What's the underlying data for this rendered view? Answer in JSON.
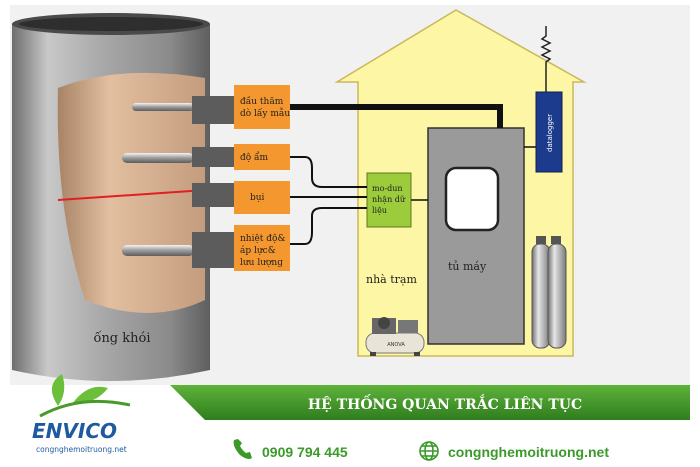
{
  "diagram": {
    "chimney_label": "ống khói",
    "probes": [
      {
        "label_lines": [
          "đầu thăm",
          "dò lấy mẫu"
        ]
      },
      {
        "label_lines": [
          "độ ẩm"
        ]
      },
      {
        "label_lines": [
          "bụi"
        ]
      },
      {
        "label_lines": [
          "nhiệt độ&",
          "áp lực&",
          "lưu lượng"
        ]
      }
    ],
    "modem_lines": [
      "mo-dun",
      "nhận dữ",
      "liệu"
    ],
    "station_label": "nhà trạm",
    "cabinet_label": "tủ máy",
    "datalogger_label": "datalogger",
    "compressor_brand": "ANOVA"
  },
  "footer": {
    "title": "HỆ THỐNG QUAN TRẮC LIÊN TỤC",
    "phone": "0909 794 445",
    "website": "congnghemoitruong.net",
    "logo_text": "ENVICO",
    "logo_url_text": "congnghemoitruong.net"
  },
  "colors": {
    "orange": "#f5972f",
    "house": "#fdf6a4",
    "cabinet": "#9a9a9a",
    "datalogger": "#1d3b8c",
    "modem": "#9ccc3c",
    "green": "#4a9a2a"
  }
}
